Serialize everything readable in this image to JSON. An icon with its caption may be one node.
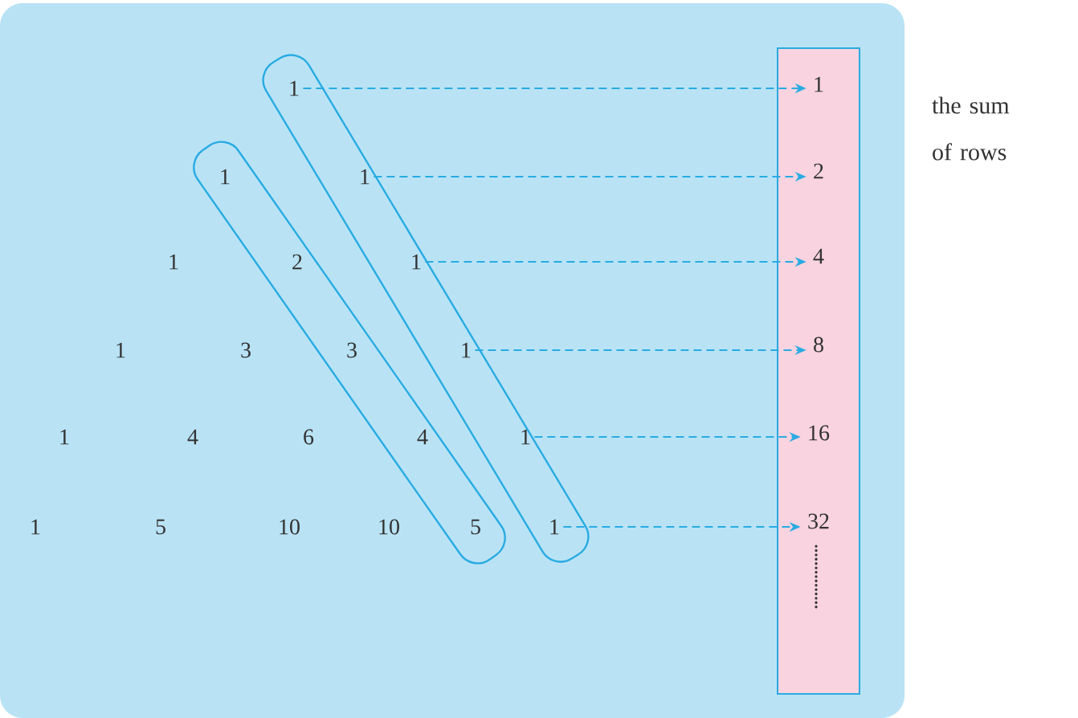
{
  "diagram": {
    "nodes": [
      {
        "text": [],
        "shape": "bar"
      },
      {
        "text": [
          "1"
        ],
        "in": 0
      },
      {
        "text": [
          "2"
        ],
        "in": 0
      },
      {
        "text": [
          "4"
        ],
        "in": 0
      },
      {
        "text": [
          "8"
        ],
        "in": 0
      },
      {
        "text": [
          "16"
        ],
        "in": 0
      },
      {
        "text": [
          "32"
        ],
        "in": 0
      },
      {
        "text": [
          "1"
        ]
      },
      {
        "text": [
          "1"
        ]
      },
      {
        "text": [
          "1"
        ]
      },
      {
        "text": [
          "1"
        ]
      },
      {
        "text": [
          "1"
        ]
      },
      {
        "text": [
          "1"
        ]
      }
    ],
    "edges": [
      {
        "from": 7,
        "to": 1,
        "arrow": "to",
        "style": "dashed"
      },
      {
        "from": 8,
        "to": 2,
        "arrow": "to",
        "style": "dashed"
      },
      {
        "from": 9,
        "to": 3,
        "arrow": "to",
        "style": "dashed"
      },
      {
        "from": 10,
        "to": 4,
        "arrow": "to",
        "style": "dashed"
      },
      {
        "from": 11,
        "to": 5,
        "arrow": "to",
        "style": "dashed"
      },
      {
        "from": 12,
        "to": 6,
        "arrow": "to",
        "style": "dashed"
      }
    ],
    "labels": [
      "1",
      "1",
      "2",
      "1",
      "3",
      "3",
      "1",
      "4",
      "6",
      "4",
      "1",
      "5",
      "10",
      "10",
      "5",
      "the sum of rows"
    ]
  }
}
